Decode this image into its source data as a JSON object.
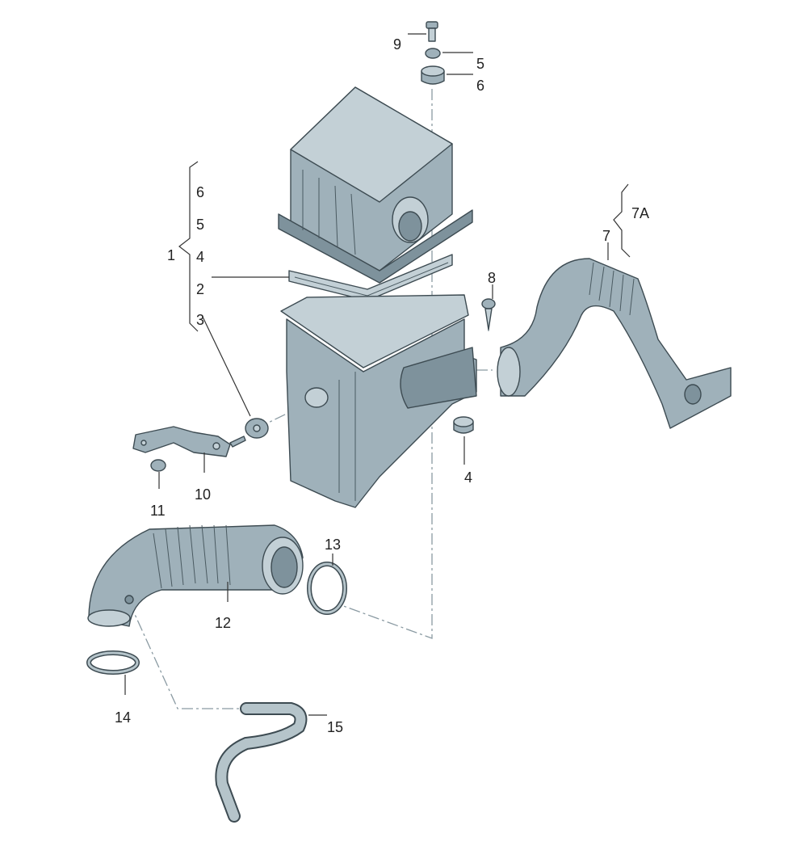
{
  "diagram": {
    "title": "Air filter housing exploded view",
    "colors": {
      "part": "#9fb1ba",
      "part_light": "#c3d0d6",
      "outline": "#3d4b52",
      "centerline": "#8a9aa2"
    },
    "labels": {
      "l9": "9",
      "l5_top": "5",
      "l6_top": "6",
      "l1": "1",
      "l6": "6",
      "l5": "5",
      "l4": "4",
      "l2": "2",
      "l3": "3",
      "l7A": "7A",
      "l7": "7",
      "l8": "8",
      "l4b": "4",
      "l10": "10",
      "l11": "11",
      "l12": "12",
      "l13": "13",
      "l14": "14",
      "l15": "15"
    }
  }
}
